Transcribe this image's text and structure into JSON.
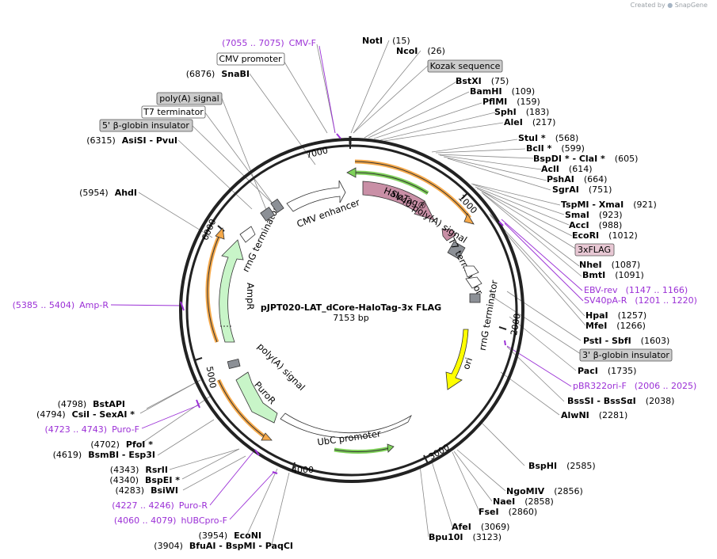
{
  "credit": {
    "prefix": "Created by",
    "brand": "SnapGene"
  },
  "plasmid": {
    "name": "pJPT020-LAT_dCore-HaloTag-3x FLAG",
    "size": "7153 bp"
  },
  "ticks": [
    "1000",
    "2000",
    "3000",
    "4000",
    "5000",
    "6000",
    "7000"
  ],
  "features": {
    "cmv_enhancer": "CMV enhancer",
    "halotag": "HaloTag®",
    "sv40_polya": "SV40 poly(A) signal",
    "t7_terminator_inner": "T7 terminator",
    "rrng_terminator_right": "rrnG terminator",
    "ori": "ori",
    "ubc_promoter": "UbC promoter",
    "puror": "PuroR",
    "polya_signal_inner": "poly(A) signal",
    "ampr": "AmpR",
    "rrng_terminator_left": "rrnG terminator"
  },
  "sites_left": [
    {
      "pos": "(7055 .. 7075)",
      "name": "CMV-F",
      "type": "primer"
    },
    {
      "name": "CMV promoter",
      "type": "box"
    },
    {
      "pos": "(6876)",
      "name": "SnaBI",
      "type": "enzyme"
    },
    {
      "name": "poly(A) signal",
      "type": "box-gray"
    },
    {
      "name": "T7 terminator",
      "type": "box"
    },
    {
      "name": "5' β-globin insulator",
      "type": "box-gray"
    },
    {
      "pos": "(6315)",
      "name": "AsiSI  -  PvuI",
      "type": "enzyme"
    },
    {
      "pos": "(5954)",
      "name": "AhdI",
      "type": "enzyme"
    },
    {
      "pos": "(5385 .. 5404)",
      "name": "Amp-R",
      "type": "primer"
    },
    {
      "pos": "(4798)",
      "name": "BstAPI",
      "type": "enzyme"
    },
    {
      "pos": "(4794)",
      "name": "CsiI  -  SexAI *",
      "type": "enzyme"
    },
    {
      "pos": "(4723 .. 4743)",
      "name": "Puro-F",
      "type": "primer"
    },
    {
      "pos": "(4702)",
      "name": "PfoI *",
      "type": "enzyme"
    },
    {
      "pos": "(4619)",
      "name": "BsmBI  -  Esp3I",
      "type": "enzyme"
    },
    {
      "pos": "(4343)",
      "name": "RsrII",
      "type": "enzyme"
    },
    {
      "pos": "(4340)",
      "name": "BspEI *",
      "type": "enzyme"
    },
    {
      "pos": "(4283)",
      "name": "BsiWI",
      "type": "enzyme"
    },
    {
      "pos": "(4227 .. 4246)",
      "name": "Puro-R",
      "type": "primer"
    },
    {
      "pos": "(4060 .. 4079)",
      "name": "hUBCpro-F",
      "type": "primer"
    },
    {
      "pos": "(3954)",
      "name": "EcoNI",
      "type": "enzyme"
    },
    {
      "pos": "(3904)",
      "name": "BfuAI  -  BspMI  -  PaqCI",
      "type": "enzyme"
    }
  ],
  "sites_right": [
    {
      "name": "NotI",
      "pos": "(15)",
      "type": "enzyme"
    },
    {
      "name": "NcoI",
      "pos": "(26)",
      "type": "enzyme"
    },
    {
      "name": "Kozak sequence",
      "type": "box-gray"
    },
    {
      "name": "BstXI",
      "pos": "(75)",
      "type": "enzyme"
    },
    {
      "name": "BamHI",
      "pos": "(109)",
      "type": "enzyme"
    },
    {
      "name": "PflMI",
      "pos": "(159)",
      "type": "enzyme"
    },
    {
      "name": "SphI",
      "pos": "(183)",
      "type": "enzyme"
    },
    {
      "name": "AleI",
      "pos": "(217)",
      "type": "enzyme"
    },
    {
      "name": "StuI *",
      "pos": "(568)",
      "type": "enzyme"
    },
    {
      "name": "BclI *",
      "pos": "(599)",
      "type": "enzyme"
    },
    {
      "name": "BspDI *  -  ClaI *",
      "pos": "(605)",
      "type": "enzyme"
    },
    {
      "name": "AclI",
      "pos": "(614)",
      "type": "enzyme"
    },
    {
      "name": "PshAI",
      "pos": "(664)",
      "type": "enzyme"
    },
    {
      "name": "SgrAI",
      "pos": "(751)",
      "type": "enzyme"
    },
    {
      "name": "TspMI  -  XmaI",
      "pos": "(921)",
      "type": "enzyme"
    },
    {
      "name": "SmaI",
      "pos": "(923)",
      "type": "enzyme"
    },
    {
      "name": "AccI",
      "pos": "(988)",
      "type": "enzyme"
    },
    {
      "name": "EcoRI",
      "pos": "(1012)",
      "type": "enzyme"
    },
    {
      "name": "3xFLAG",
      "type": "box-pink"
    },
    {
      "name": "NheI",
      "pos": "(1087)",
      "type": "enzyme"
    },
    {
      "name": "BmtI",
      "pos": "(1091)",
      "type": "enzyme"
    },
    {
      "name": "EBV-rev",
      "pos": "(1147 .. 1166)",
      "type": "primer"
    },
    {
      "name": "SV40pA-R",
      "pos": "(1201 .. 1220)",
      "type": "primer"
    },
    {
      "name": "HpaI",
      "pos": "(1257)",
      "type": "enzyme"
    },
    {
      "name": "MfeI",
      "pos": "(1266)",
      "type": "enzyme"
    },
    {
      "name": "PstI  -  SbfI",
      "pos": "(1603)",
      "type": "enzyme"
    },
    {
      "name": "3' β-globin insulator",
      "type": "box-gray"
    },
    {
      "name": "PacI",
      "pos": "(1735)",
      "type": "enzyme"
    },
    {
      "name": "pBR322ori-F",
      "pos": "(2006 .. 2025)",
      "type": "primer"
    },
    {
      "name": "BssSI  -  BssSαI",
      "pos": "(2038)",
      "type": "enzyme"
    },
    {
      "name": "AlwNI",
      "pos": "(2281)",
      "type": "enzyme"
    },
    {
      "name": "BspHI",
      "pos": "(2585)",
      "type": "enzyme"
    },
    {
      "name": "NgoMIV",
      "pos": "(2856)",
      "type": "enzyme"
    },
    {
      "name": "NaeI",
      "pos": "(2858)",
      "type": "enzyme"
    },
    {
      "name": "FseI",
      "pos": "(2860)",
      "type": "enzyme"
    },
    {
      "name": "AfeI",
      "pos": "(3069)",
      "type": "enzyme"
    },
    {
      "name": "Bpu10I",
      "pos": "(3123)",
      "type": "enzyme"
    }
  ],
  "colors": {
    "primer": "#9b30d6",
    "orf_pink": "#c98fa6",
    "orf_green": "#c8f5c8",
    "ori_yellow": "#ffff00",
    "orange": "#f6a94a",
    "green_arrow": "#7fd15a",
    "box_gray": "#cccccc",
    "box_pink": "#e8c8d4"
  }
}
